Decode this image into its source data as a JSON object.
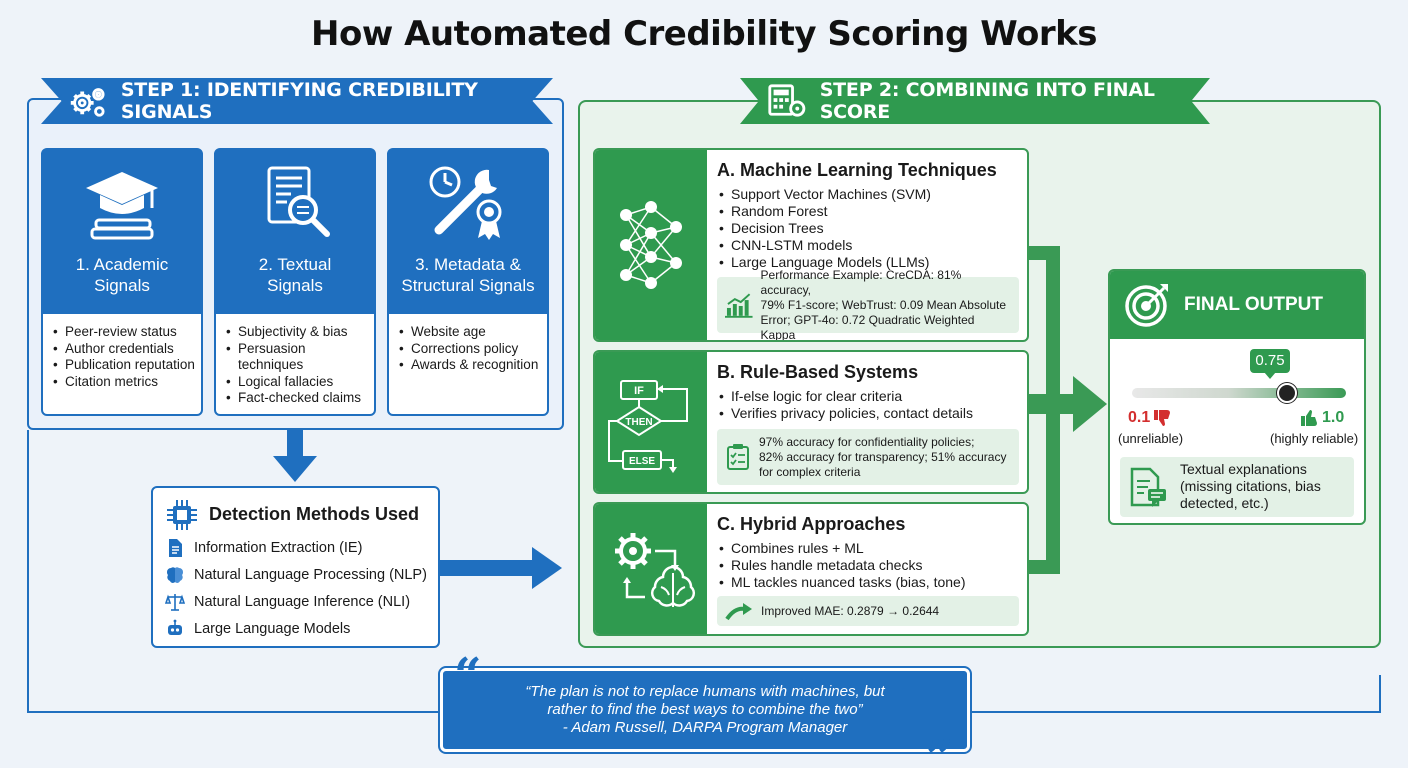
{
  "title": "How Automated Credibility Scoring Works",
  "step1": {
    "label": "STEP 1: IDENTIFYING CREDIBILITY SIGNALS",
    "cards": [
      {
        "title_line1": "1. Academic",
        "title_line2": "Signals",
        "icon": "graduation-cap-icon",
        "items": [
          "Peer-review status",
          "Author credentials",
          "Publication reputation",
          "Citation metrics"
        ]
      },
      {
        "title_line1": "2. Textual",
        "title_line2": "Signals",
        "icon": "document-magnifier-icon",
        "items": [
          "Subjectivity & bias",
          "Persuasion techniques",
          "Logical fallacies",
          "Fact-checked claims"
        ]
      },
      {
        "title_line1": "3. Metadata &",
        "title_line2": "Structural Signals",
        "icon": "wrench-clock-award-icon",
        "items": [
          "Website age",
          "Corrections policy",
          "Awards & recognition"
        ]
      }
    ]
  },
  "detection": {
    "title": "Detection Methods Used",
    "methods": [
      {
        "label": "Information Extraction (IE)",
        "icon": "document-icon"
      },
      {
        "label": "Natural Language Processing (NLP)",
        "icon": "brain-icon"
      },
      {
        "label": "Natural Language Inference (NLI)",
        "icon": "scales-icon"
      },
      {
        "label": "Large Language Models",
        "icon": "robot-icon"
      }
    ]
  },
  "step2": {
    "label": "STEP 2: COMBINING INTO FINAL SCORE",
    "ml": {
      "title": "A. Machine Learning Techniques",
      "items": [
        "Support Vector Machines (SVM)",
        "Random Forest",
        "Decision Trees",
        "CNN-LSTM models",
        "Large Language Models (LLMs)"
      ],
      "perf": [
        "Performance Example: CreCDA: 81% accuracy,",
        "79% F1-score; WebTrust: 0.09 Mean Absolute",
        "Error; GPT-4o: 0.72 Quadratic Weighted Kappa"
      ]
    },
    "rules": {
      "title": "B. Rule-Based Systems",
      "items": [
        "If-else logic for clear criteria",
        "Verifies privacy policies, contact details"
      ],
      "perf": [
        "97% accuracy for confidentiality policies;",
        "82% accuracy for transparency; 51% accuracy",
        "for complex criteria"
      ],
      "flow": {
        "if": "IF",
        "then": "THEN",
        "else": "ELSE"
      }
    },
    "hybrid": {
      "title": "C. Hybrid Approaches",
      "items": [
        "Combines rules + ML",
        "Rules handle metadata checks",
        "ML tackles nuanced tasks (bias, tone)"
      ],
      "perf": [
        "Improved MAE: 0.2879 → 0.2644"
      ]
    }
  },
  "final": {
    "title": "FINAL OUTPUT",
    "score": 0.75,
    "score_label": "0.75",
    "min_label": "0.1",
    "max_label": "1.0",
    "min_caption": "(unreliable)",
    "max_caption": "(highly reliable)",
    "explanation": [
      "Textual explanations",
      "(missing citations, bias",
      "detected, etc.)"
    ]
  },
  "quote": {
    "line1": "“The plan is not to replace humans with machines, but",
    "line2": "rather to find the best ways to combine the two”",
    "line3": "- Adam Russell, DARPA Program Manager"
  },
  "colors": {
    "blue": "#1f6fbf",
    "green": "#2f9a4f",
    "red": "#d32f2f"
  }
}
